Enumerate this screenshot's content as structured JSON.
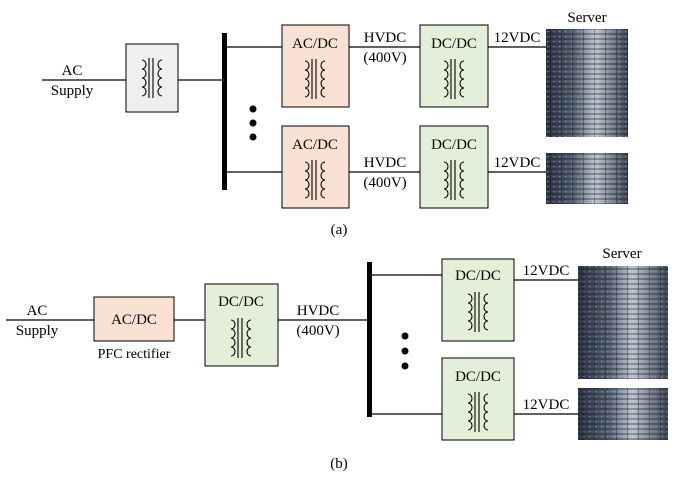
{
  "diagram_a": {
    "caption": "(a)",
    "input_label_line1": "AC",
    "input_label_line2": "Supply",
    "server_label": "Server",
    "branch_top": {
      "rectifier_label": "AC/DC",
      "bus_label_line1": "HVDC",
      "bus_label_line2": "(400V)",
      "converter_label": "DC/DC",
      "output_label": "12VDC"
    },
    "branch_bottom": {
      "rectifier_label": "AC/DC",
      "bus_label_line1": "HVDC",
      "bus_label_line2": "(400V)",
      "converter_label": "DC/DC",
      "output_label": "12VDC"
    }
  },
  "diagram_b": {
    "caption": "(b)",
    "input_label_line1": "AC",
    "input_label_line2": "Supply",
    "rectifier_label": "AC/DC",
    "rectifier_caption": "PFC rectifier",
    "converter_label": "DC/DC",
    "bus_label_line1": "HVDC",
    "bus_label_line2": "(400V)",
    "server_label": "Server",
    "branch_top": {
      "converter_label": "DC/DC",
      "output_label": "12VDC"
    },
    "branch_bottom": {
      "converter_label": "DC/DC",
      "output_label": "12VDC"
    }
  },
  "colors": {
    "ac_dc_fill": "#f9e1d3",
    "dc_dc_fill": "#e3efd9",
    "transformer_fill": "#efefef"
  }
}
